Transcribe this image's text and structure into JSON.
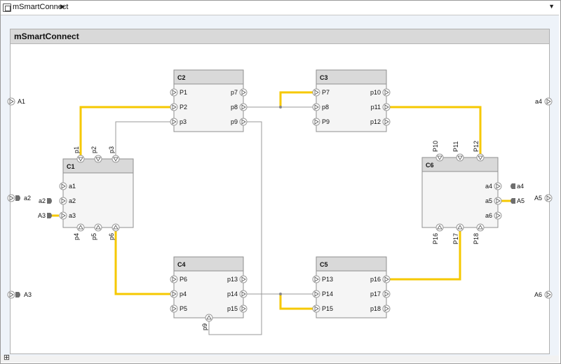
{
  "breadcrumb": {
    "model_name": "mSmartConnect",
    "arrow": "▶",
    "dropdown": "▼"
  },
  "diagram": {
    "title": "mSmartConnect",
    "colors": {
      "connection_highlight": "#f6c800",
      "connection_plain": "#9a9a9a",
      "component_header": "#d9d9d9",
      "component_body": "#f5f5f5"
    },
    "components": [
      {
        "id": "C1",
        "label": "C1",
        "left_ports": [
          "a1",
          "a2",
          "a3"
        ],
        "right_ports": [],
        "top_ports": [
          "p1",
          "p2",
          "p3"
        ],
        "bottom_ports": [
          "p4",
          "p5",
          "p6"
        ]
      },
      {
        "id": "C2",
        "label": "C2",
        "left_ports": [
          "P1",
          "P2",
          "p3"
        ],
        "right_ports": [
          "p7",
          "p8",
          "p9"
        ],
        "top_ports": [],
        "bottom_ports": []
      },
      {
        "id": "C3",
        "label": "C3",
        "left_ports": [
          "P7",
          "p8",
          "P9"
        ],
        "right_ports": [
          "p10",
          "p11",
          "p12"
        ],
        "top_ports": [],
        "bottom_ports": []
      },
      {
        "id": "C4",
        "label": "C4",
        "left_ports": [
          "P6",
          "p4",
          "P5"
        ],
        "right_ports": [
          "p13",
          "p14",
          "p15"
        ],
        "top_ports": [],
        "bottom_ports": [
          "p9"
        ]
      },
      {
        "id": "C5",
        "label": "C5",
        "left_ports": [
          "P13",
          "P14",
          "P15"
        ],
        "right_ports": [
          "p16",
          "p17",
          "p18"
        ],
        "top_ports": [],
        "bottom_ports": []
      },
      {
        "id": "C6",
        "label": "C6",
        "left_ports": [],
        "right_ports": [
          "a4",
          "a5",
          "a6"
        ],
        "top_ports": [
          "P10",
          "P11",
          "P12"
        ],
        "bottom_ports": [
          "P16",
          "P17",
          "P18"
        ]
      }
    ],
    "boundary_ports": {
      "left": [
        "A1",
        "a2",
        "A3"
      ],
      "right": [
        "a4",
        "A5",
        "A6"
      ]
    },
    "external_inputs": {
      "C1": [
        "a2",
        "A3"
      ],
      "C6": [
        "a4",
        "A5"
      ]
    }
  }
}
